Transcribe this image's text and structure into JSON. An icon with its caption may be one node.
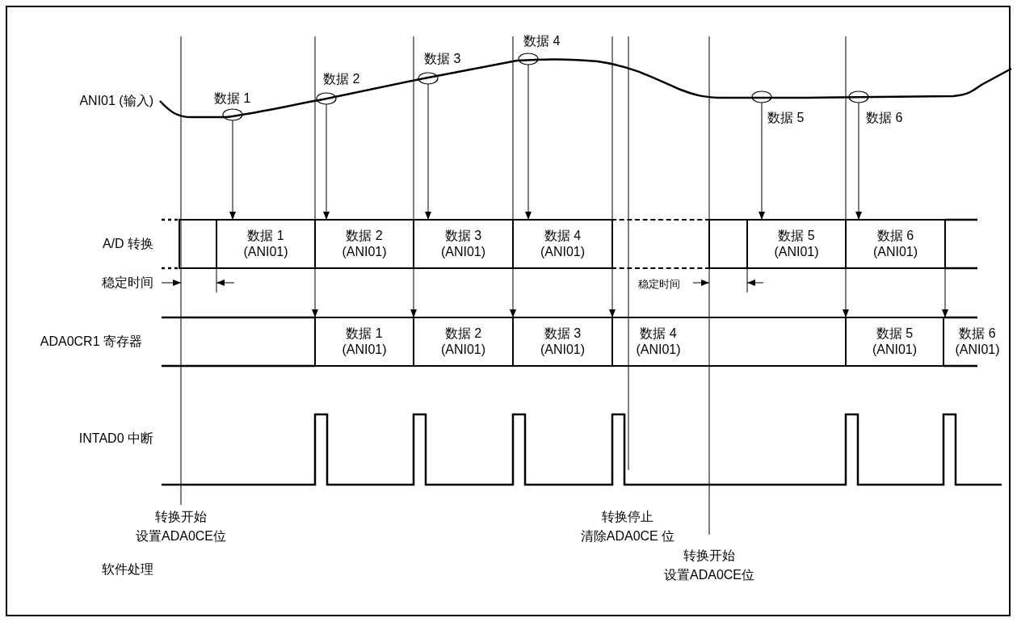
{
  "diagram": {
    "nodes": [
      {
        "text": [],
        "shape": "ellipse",
        "beside": [
          "数据 1"
        ]
      },
      {
        "text": [],
        "shape": "ellipse",
        "beside": [
          "数据 2"
        ]
      },
      {
        "text": [],
        "shape": "ellipse",
        "beside": [
          "数据 3"
        ]
      },
      {
        "text": [],
        "shape": "ellipse",
        "beside": [
          "数据 4"
        ]
      },
      {
        "text": [],
        "shape": "ellipse",
        "beside": [
          "数据 5"
        ]
      },
      {
        "text": [],
        "shape": "ellipse",
        "beside": [
          "数据 6"
        ]
      },
      {
        "text": [],
        "shape": "box"
      },
      {
        "text": [
          "数据 1 (ANI01)"
        ]
      },
      {
        "text": [
          "数据 2 (ANI01)"
        ]
      },
      {
        "text": [
          "数据 3 (ANI01)"
        ]
      },
      {
        "text": [
          "数据 4 (ANI01)"
        ]
      },
      {
        "text": [],
        "shape": "box"
      },
      {
        "text": [],
        "shape": "box"
      },
      {
        "text": [
          "数据 5 (ANI01)"
        ]
      },
      {
        "text": [
          "数据 6 (ANI01)"
        ]
      },
      {
        "text": [
          "数据 1 (ANI01)"
        ]
      },
      {
        "text": [
          "数据 2 (ANI01)"
        ]
      },
      {
        "text": [
          "数据 3 (ANI01)"
        ]
      },
      {
        "text": [
          "数据 4 (ANI01)"
        ]
      },
      {
        "text": [
          "数据 5 (ANI01)"
        ]
      },
      {
        "text": [
          "数据 6 (ANI01)"
        ]
      }
    ],
    "edges": [
      {
        "from": 0,
        "to": 7,
        "arrow": "to"
      },
      {
        "from": 1,
        "to": 8,
        "arrow": "to"
      },
      {
        "from": 2,
        "to": 9,
        "arrow": "to"
      },
      {
        "from": 3,
        "to": 10,
        "arrow": "to"
      },
      {
        "from": 4,
        "to": 13,
        "arrow": "to"
      },
      {
        "from": 5,
        "to": 14,
        "arrow": "to"
      },
      {
        "from": 7,
        "to": 15,
        "arrow": "to"
      },
      {
        "from": 8,
        "to": 16,
        "arrow": "to"
      },
      {
        "from": 9,
        "to": 17,
        "arrow": "to"
      },
      {
        "from": 10,
        "to": 18,
        "arrow": "to"
      },
      {
        "from": 13,
        "to": 19,
        "arrow": "to"
      },
      {
        "from": 14,
        "to": 20,
        "arrow": "to"
      }
    ],
    "labels": [
      "ANI01 (输入)",
      "A/D 转换",
      "稳定时间",
      "稳定时间",
      "ADA0CR1 寄存器",
      "INTAD0 中断",
      "转换开始",
      "设置ADA0CE位",
      "转换停止",
      "清除ADA0CE 位",
      "转换开始",
      "设置ADA0CE位",
      "软件处理"
    ]
  }
}
